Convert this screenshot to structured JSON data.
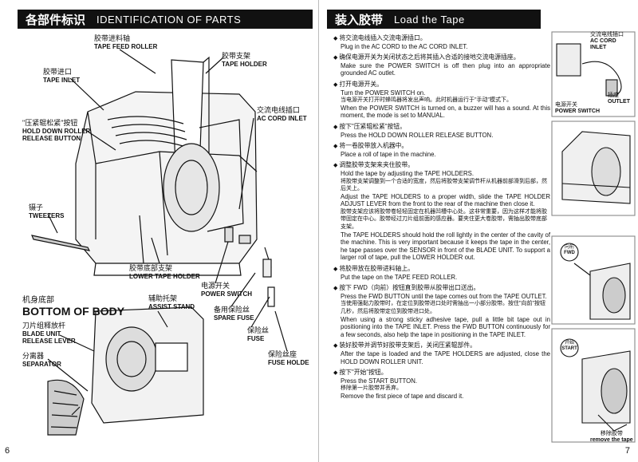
{
  "left": {
    "header": {
      "cn": "各部件标识",
      "en": "IDENTIFICATION OF PARTS"
    },
    "labels": {
      "tape_feed_roller": {
        "cn": "胶带进料轴",
        "en": "TAPE FEED ROLLER"
      },
      "tape_holder": {
        "cn": "胶带支架",
        "en": "TAPE HOLDER"
      },
      "tape_inlet": {
        "cn": "胶带进口",
        "en": "TAPE INLET"
      },
      "ac_cord_inlet": {
        "cn": "交流电线插口",
        "en": "AC CORD INLET"
      },
      "hold_down": {
        "cn": "\"压紧辊松紧\"按钮",
        "en1": "HOLD DOWN ROLLER",
        "en2": "RELEASE BUTTON"
      },
      "tweezers": {
        "cn": "镊子",
        "en": "TWEEZERS"
      },
      "lower_tape_holder": {
        "cn": "胶带底部支架",
        "en": "LOWER TAPE HOLDER"
      },
      "power_switch": {
        "cn": "电源开关",
        "en": "POWER SWITCH"
      },
      "spare_fuse": {
        "cn": "备用保险丝",
        "en": "SPARE FUSE"
      },
      "fuse": {
        "cn": "保险丝",
        "en": "FUSE"
      },
      "fuse_holder": {
        "cn": "保险丝座",
        "en": "FUSE HOLDE"
      },
      "assist_stand": {
        "cn": "辅助托架",
        "en": "ASSIST STAND"
      },
      "blade_unit": {
        "cn": "刀片组释放杆",
        "en1": "BLADE UNIT",
        "en2": "RELEASE LEVER"
      },
      "separator": {
        "cn": "分离器",
        "en": "SEPARATOR"
      }
    },
    "bottom": {
      "cn": "机身底部",
      "en": "BOTTOM OF BODY"
    },
    "page_number": "6"
  },
  "right": {
    "header": {
      "cn": "装入胶带",
      "en": "Load the Tape"
    },
    "steps": [
      {
        "cn": "将交流电线插入交流电源插口。",
        "en": "Plug in the AC CORD to the AC CORD INLET."
      },
      {
        "cn": "确保电源开关为关闭状态之后将其插入合适的接地交流电源插座。",
        "en": "Make sure the POWER SWITCH is off then plug into an appropriate grounded AC outlet."
      },
      {
        "cn": "打开电源开关。",
        "en": "Turn the POWER SWITCH on.",
        "sub_cn": "当电源开关打开时蜂鸣器将发出声响。此时机器运行于\"手动\"模式下。",
        "sub_en": "When the POWER SWITCH is turned on, a buzzer will has a sound. At this moment, the mode is set to MANUAL."
      },
      {
        "cn": "按下\"压紧辊松紧\"按钮。",
        "en": "Press the HOLD DOWN ROLLER RELEASE BUTTON."
      },
      {
        "cn": "将一卷胶带放入机器中。",
        "en": "Place a roll of tape in the machine."
      },
      {
        "cn": "调整胶带支架来夹住胶带。",
        "en": "Hold the tape by adjusting the TAPE HOLDERS.",
        "sub_cn": "将胶带支架调整到一个合适的宽度，然后将胶带支架调节杆从机器前部滑到后部，然后关上。",
        "sub_en": "Adjust the TAPE HOLDERS to a proper width, slide the TAPE HOLDER ADJUST LEVER from the front to the rear of the machine then close it.",
        "sub2_cn": "胶带支架应该将胶带卷轻轻固定在机器凹槽中心处。这非常重要，因为这样才能将胶带固定在中心。胶带经过刀片组前面的感应器。要夹住更大卷胶带，需抽出胶带底部支架。",
        "sub2_en": "The TAPE HOLDERS should hold the roll lightly in the center of the cavity of the machine. This is very important because it keeps the tape in the center, he tape passes over the SENSOR in front of the BLADE UNIT. To support a larger roll of tape, pull the LOWER HOLDER out."
      },
      {
        "cn": "将胶带放在胶带进料轴上。",
        "en": "Put the tape on the TAPE FEED ROLLER."
      },
      {
        "cn": "按下 FWD（向前）按钮直到胶带从胶带出口送出。",
        "en": "Press the FWD BUTTON until the tape comes out from the TAPE OUTLET.",
        "sub_cn": "当使用强黏力胶带时，在定位到胶带进口处时需抽出一小部分胶带。按住\"向前\"按钮几秒，然后将胶带定位到胶带进口处。",
        "sub_en": "When using a strong sticky adhesive tape, pull a little bit tape out in positioning into the TAPE INLET. Press the FWD BUTTON continuously for a few seconds, also help the tape in positioning in the TAPE INLET."
      },
      {
        "cn": "装好胶带并调节好胶带支架后，关闭压紧辊部件。",
        "en": "After the tape is loaded and the TAPE HOLDERS are adjusted, close the HOLD DOWN ROLLER UNIT."
      },
      {
        "cn": "按下\"开始\"按钮。",
        "en": "Press the START BUTTON.",
        "sub_cn": "移除第一片胶带并丢弃。",
        "sub_en": "Remove the first piece of tape and discard it."
      }
    ],
    "side_labels": {
      "ac_cord_inlet": {
        "cn": "交流电线插口",
        "en1": "AC CORD",
        "en2": "INLET"
      },
      "outlet": {
        "cn": "插座",
        "en": "OUTLET"
      },
      "power_switch": {
        "cn": "电源开关",
        "en": "POWER SWITCH"
      },
      "fwd_button": {
        "cn": "向前",
        "en": "FWD"
      },
      "start_button": {
        "cn": "开始",
        "en": "START"
      },
      "remove_tape": {
        "cn": "移除胶带",
        "en": "remove the tape"
      }
    },
    "page_number": "7"
  }
}
